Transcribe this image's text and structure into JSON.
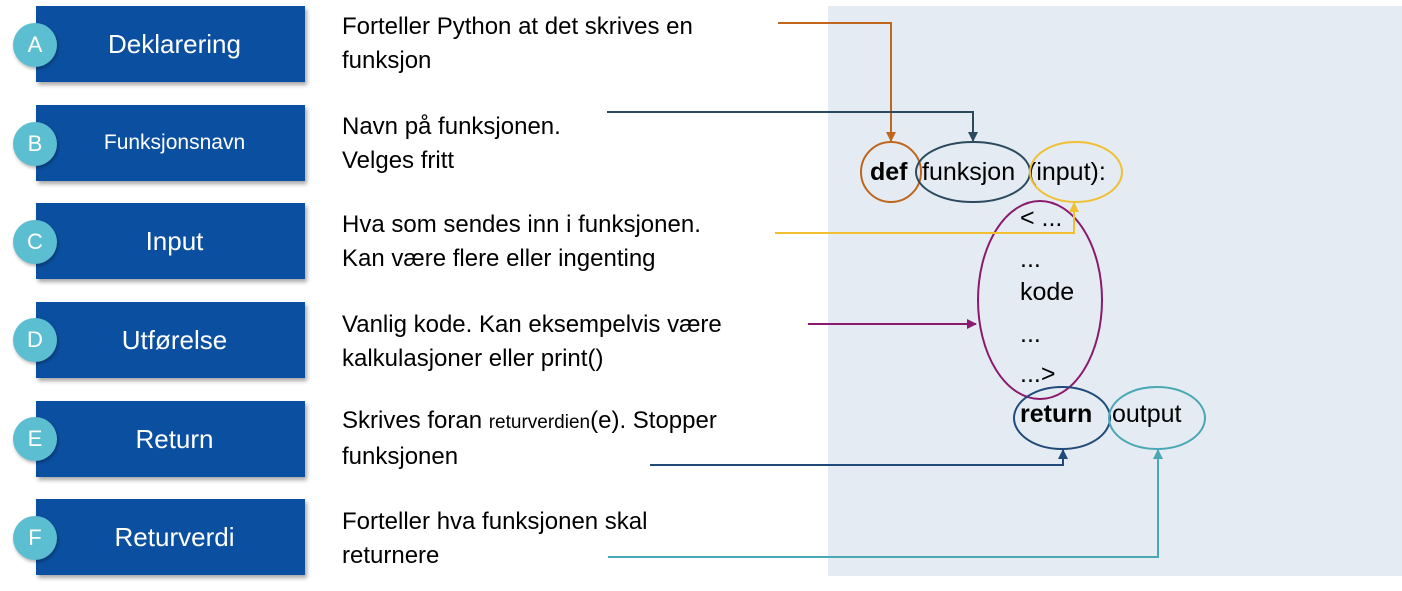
{
  "rows": [
    {
      "letter": "A",
      "title": "Deklarering",
      "desc": [
        "Forteller Python at det skrives en",
        "funksjon"
      ]
    },
    {
      "letter": "B",
      "title": "Funksjonsnavn",
      "desc": [
        "Navn på funksjonen.",
        "Velges fritt"
      ]
    },
    {
      "letter": "C",
      "title": "Input",
      "desc": [
        "Hva som sendes inn i funksjonen.",
        "Kan være flere eller ingenting"
      ]
    },
    {
      "letter": "D",
      "title": "Utførelse",
      "desc": [
        "Vanlig kode. Kan eksempelvis være",
        "kalkulasjoner eller print()"
      ]
    },
    {
      "letter": "E",
      "title": "Return",
      "desc_a": "Skrives foran ",
      "desc_small": "returverdien",
      "desc_b": "(e). Stopper",
      "desc2": "funksjonen"
    },
    {
      "letter": "F",
      "title": "Returverdi",
      "desc": [
        "Forteller hva funksjonen skal",
        "returnere"
      ]
    }
  ],
  "code": {
    "def": "def",
    "name": "funksjon",
    "params": "(input):",
    "body": [
      "< ...",
      "...",
      "kode",
      "...",
      "...>"
    ],
    "return_kw": "return",
    "return_val": "output"
  },
  "colors": {
    "box": "#0b4fa0",
    "badge": "#5cbfd1",
    "panel": "#e4ebf3",
    "def_arrow": "#c0661c",
    "name_arrow": "#2c4a5e",
    "input_arrow": "#f0c030",
    "body_arrow": "#8a1a6e",
    "return_arrow": "#1f4a7a",
    "output_arrow": "#4aa8b4"
  }
}
